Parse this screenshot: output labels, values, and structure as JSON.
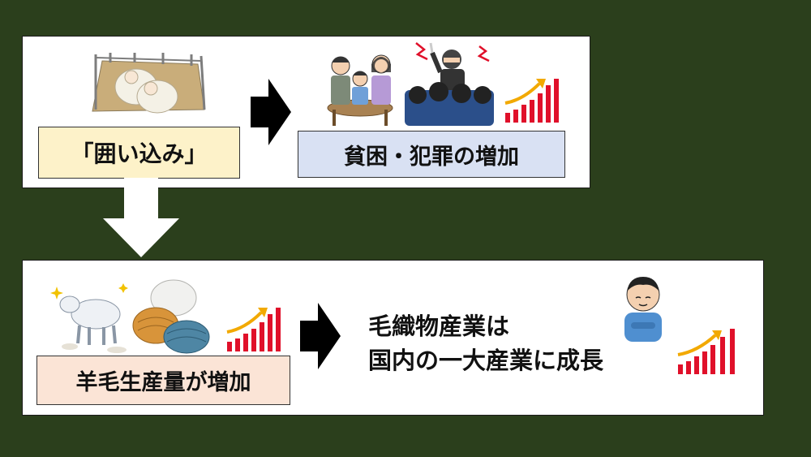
{
  "top_panel": {
    "enclosure_label": "「囲い込み」",
    "poverty_crime_label": "貧困・犯罪の増加"
  },
  "bottom_panel": {
    "wool_label": "羊毛生産量が増加",
    "woolen_industry_line1": "毛織物産業は",
    "woolen_industry_line2": "国内の一大産業に成長"
  },
  "colors": {
    "background": "#2b3f1c",
    "panel": "#ffffff",
    "enclosure_box": "#fdf2c9",
    "poverty_box": "#d9e1f3",
    "wool_box": "#fbe4d6",
    "arrow_black": "#000000",
    "arrow_white": "#ffffff",
    "growth_bar": "#e0102a",
    "growth_arrow": "#f2a900"
  },
  "icons": [
    "sheep-pen-icon",
    "family-poverty-icon",
    "criminal-icon",
    "crowd-icon",
    "growth-chart-icon",
    "sheep-icon",
    "yarn-balls-icon",
    "merchant-man-icon"
  ]
}
